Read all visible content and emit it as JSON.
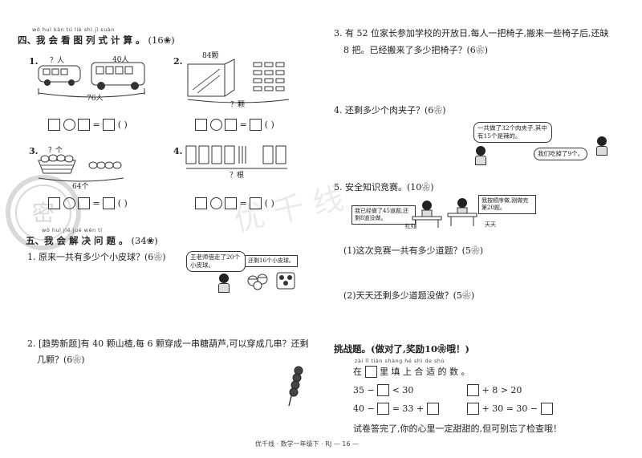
{
  "section4": {
    "pinyin": "wǒ huì kàn tú liè shì jì suàn",
    "title": "四、我 会 看 图 列 式 计 算 。",
    "score": "(16❀)",
    "q1": {
      "num": "1.",
      "label_left": "？人",
      "label_bus": "40人",
      "total": "76人"
    },
    "q2": {
      "num": "2.",
      "label_box": "84颗",
      "label_q": "？颗"
    },
    "q3": {
      "num": "3.",
      "label_q": "？个",
      "total": "64个"
    },
    "q4": {
      "num": "4.",
      "label_q": "？根"
    },
    "eq_eq": "=",
    "eq_paren": "(        )"
  },
  "section5": {
    "pinyin": "wǒ huì jiě jué wèn tí",
    "title": "五、我 会 解 决 问 题 。",
    "score": "(34❀)",
    "q1": {
      "text": "1. 原来一共有多少个小皮球？(6❀)",
      "bubble": "王老师借走了20个小皮球。",
      "box": "还剩16个小皮球。"
    },
    "q2": {
      "line1": "2. [趋势新题]有 40 颗山楂,每 6 颗穿成一串糖葫芦,可以穿成几串？还剩",
      "line2": "几颗？(6❀)"
    }
  },
  "right": {
    "q3": {
      "line1": "3. 有 52 位家长参加学校的开放日,每人一把椅子,搬来一些椅子后,还缺",
      "line2": "8 把。已经搬来了多少把椅子？(6❀)"
    },
    "q4": {
      "text": "4. 还剩多少个肉夹子？(6❀)",
      "bubble1": "一共做了32个肉夹子,其中有15个是辣的。",
      "bubble2": "我们吃掉了9个。"
    },
    "q5": {
      "text": "5. 安全知识竞赛。(10❀)",
      "box_left": "我已经做了45道题,还剩8道没做。",
      "box_right": "我按顺序做,刚做完第20题。",
      "name_left": "红红",
      "name_right": "天天",
      "sub1": "(1)这次竞赛一共有多少道题？(5❀)",
      "sub2": "(2)天天还剩多少道题没做？(5❀)"
    },
    "challenge": {
      "title": "挑战题。(做对了,奖励10❀哦！)",
      "pinyin": "zài         lǐ tián shàng hé shì de shù",
      "instr_a": "在",
      "instr_b": "里 填 上 合 适 的 数 。",
      "e1a": "35 −",
      "e1b": "< 30",
      "e2a": "+ 8 > 20",
      "e3a": "40 −",
      "e3b": "= 33 +",
      "e4a": "+ 30 = 30 −",
      "closing": "试卷答完了,你的心里一定甜甜的,但可别忘了检查哦！"
    }
  },
  "footer": "优千线 · 数学一年级下 · RJ  — 16 —",
  "watermark": "优 千 线"
}
